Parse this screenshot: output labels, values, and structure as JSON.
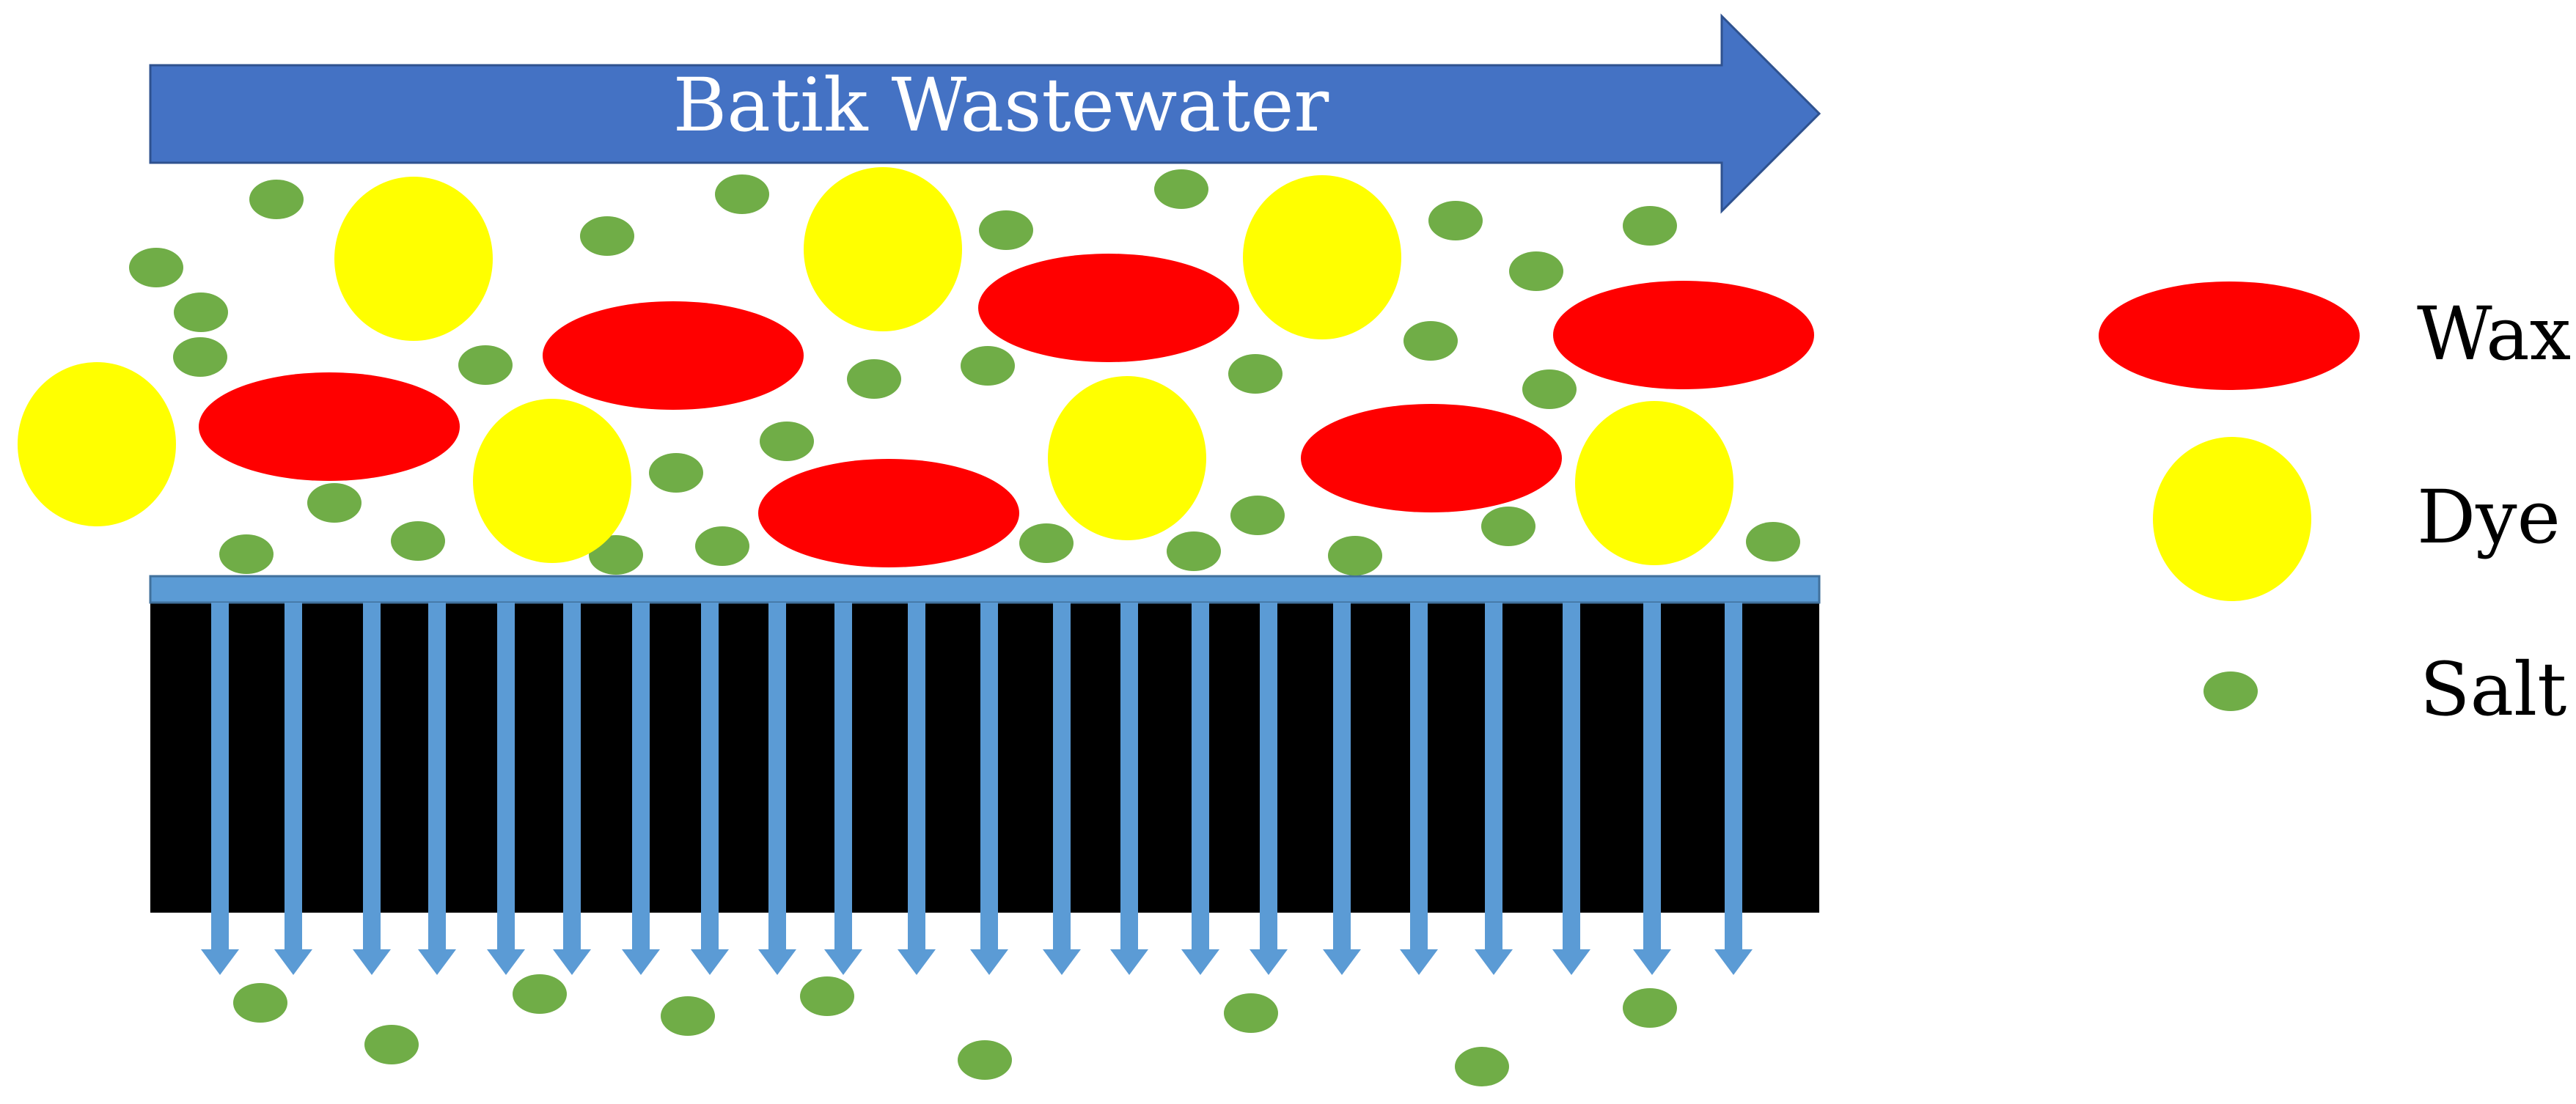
{
  "flow_arrow": {
    "label": "Batik Wastewater"
  },
  "legend": {
    "items": [
      {
        "label": "Wax",
        "shape": "ellipse"
      },
      {
        "label": "Dye",
        "shape": "circle"
      },
      {
        "label": "Salt",
        "shape": "small-ellipse"
      }
    ]
  },
  "colors": {
    "flow_arrow": "#4472c4",
    "wax": "#ff0000",
    "dye": "#ffff00",
    "salt": "#70ad47",
    "membrane_surface": "#5b9bd5",
    "membrane_body": "#000000",
    "permeate_arrows": "#5b9bd5"
  }
}
